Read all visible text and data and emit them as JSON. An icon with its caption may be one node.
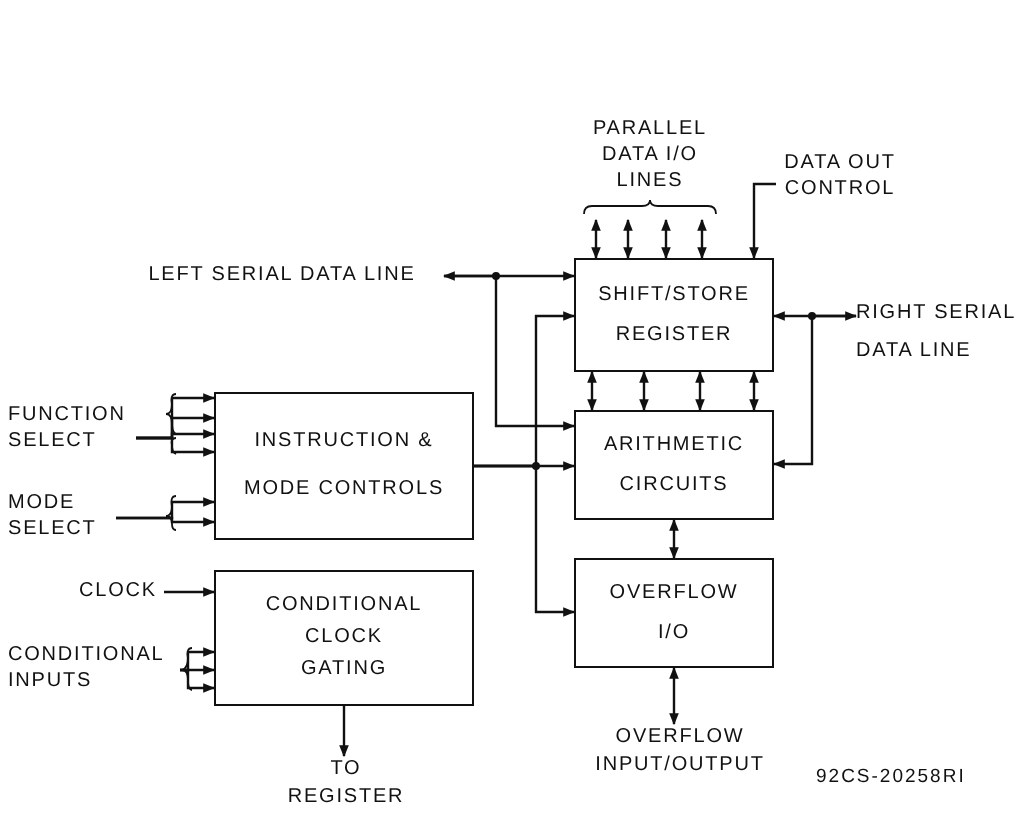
{
  "diagram": {
    "nodes": [
      {
        "text": [
          "PARALLEL DATA I/O LINES"
        ]
      },
      {
        "text": [
          "DATA OUT CONTROL"
        ]
      },
      {
        "text": [
          "LEFT SERIAL DATA LINE"
        ]
      },
      {
        "text": [
          "SHIFT/STORE REGISTER"
        ]
      },
      {
        "text": [
          "RIGHT SERIAL DATA LINE"
        ]
      },
      {
        "text": [
          "FUNCTION SELECT"
        ]
      },
      {
        "text": [
          "INSTRUCTION & MODE CONTROLS"
        ]
      },
      {
        "text": [
          "ARITHMETIC CIRCUITS"
        ]
      },
      {
        "text": [
          "MODE SELECT"
        ]
      },
      {
        "text": [
          "CLOCK"
        ]
      },
      {
        "text": [
          "CONDITIONAL CLOCK GATING"
        ]
      },
      {
        "text": [
          "OVERFLOW I/O"
        ]
      },
      {
        "text": [
          "CONDITIONAL INPUTS"
        ]
      },
      {
        "text": [
          "OVERFLOW INPUT/OUTPUT"
        ]
      },
      {
        "text": [
          "TO REGISTER"
        ]
      }
    ],
    "edges": [
      {
        "from": 0,
        "to": 3,
        "arrow": "both"
      },
      {
        "from": 0,
        "to": 3,
        "arrow": "both"
      },
      {
        "from": 0,
        "to": 3,
        "arrow": "both"
      },
      {
        "from": 0,
        "to": 3,
        "arrow": "both"
      },
      {
        "from": 1,
        "to": 3,
        "arrow": "to"
      },
      {
        "from": 3,
        "to": 2,
        "arrow": "both"
      },
      {
        "from": 2,
        "to": 7,
        "arrow": "to"
      },
      {
        "from": 3,
        "to": 4,
        "arrow": "both"
      },
      {
        "from": 4,
        "to": 7,
        "arrow": "to"
      },
      {
        "from": 3,
        "to": 7,
        "arrow": "both"
      },
      {
        "from": 3,
        "to": 7,
        "arrow": "both"
      },
      {
        "from": 3,
        "to": 7,
        "arrow": "both"
      },
      {
        "from": 3,
        "to": 7,
        "arrow": "both"
      },
      {
        "from": 6,
        "to": 3,
        "arrow": "to"
      },
      {
        "from": 6,
        "to": 7,
        "arrow": "to"
      },
      {
        "from": 6,
        "to": 11,
        "arrow": "to"
      },
      {
        "from": 7,
        "to": 11,
        "arrow": "both"
      },
      {
        "from": 11,
        "to": 13,
        "arrow": "both"
      },
      {
        "from": 5,
        "to": 6,
        "arrow": "to"
      },
      {
        "from": 5,
        "to": 6,
        "arrow": "to"
      },
      {
        "from": 5,
        "to": 6,
        "arrow": "to"
      },
      {
        "from": 5,
        "to": 6,
        "arrow": "to"
      },
      {
        "from": 8,
        "to": 6,
        "arrow": "to"
      },
      {
        "from": 8,
        "to": 6,
        "arrow": "to"
      },
      {
        "from": 9,
        "to": 10,
        "arrow": "to"
      },
      {
        "from": 12,
        "to": 10,
        "arrow": "to"
      },
      {
        "from": 12,
        "to": 10,
        "arrow": "to"
      },
      {
        "from": 12,
        "to": 10,
        "arrow": "to"
      },
      {
        "from": 10,
        "to": 14,
        "arrow": "to"
      }
    ],
    "labels": [
      "92CS-20258RI"
    ]
  }
}
